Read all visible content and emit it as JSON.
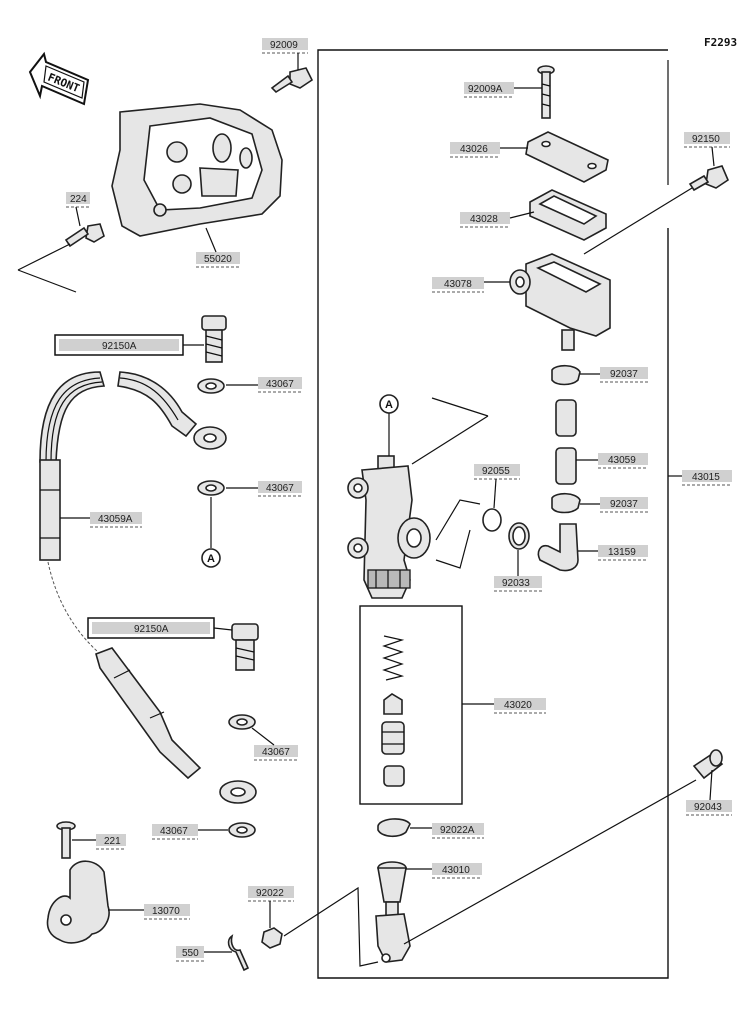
{
  "diagram_code": "F2293",
  "front_label": "FRONT",
  "reference_letter": "A",
  "parts": {
    "p92009": "92009",
    "p224": "224",
    "p55020": "55020",
    "p92150A_top": "92150A",
    "p43067_a": "43067",
    "p43067_b": "43067",
    "p43059A": "43059A",
    "p92150A_bottom": "92150A",
    "p43067_c": "43067",
    "p43067_d": "43067",
    "p221": "221",
    "p13070": "13070",
    "p92022": "92022",
    "p550": "550",
    "p92009A": "92009A",
    "p43026": "43026",
    "p43028": "43028",
    "p92150": "92150",
    "p43078": "43078",
    "p92037_a": "92037",
    "p43059": "43059",
    "p43015": "43015",
    "p92055": "92055",
    "p92037_b": "92037",
    "p13159": "13159",
    "p92033": "92033",
    "p43020": "43020",
    "p92022A": "92022A",
    "p43010": "43010",
    "p92043": "92043"
  }
}
